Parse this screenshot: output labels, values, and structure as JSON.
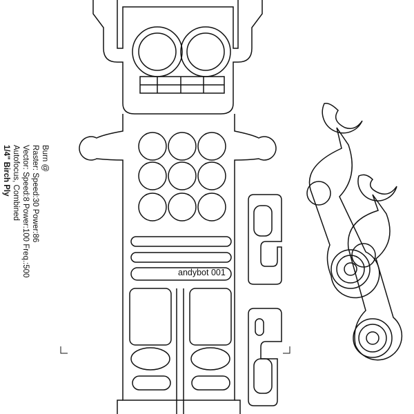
{
  "notes": {
    "burn": "Burn @",
    "raster": "Raster: Speed:30 Power:86",
    "vector": "Vector: Speed:8 Power:100 Freq.:500",
    "autofocus": "Autofocus, Combined",
    "material": "1/4\" Birch Ply"
  },
  "part_label": "andybot 001"
}
